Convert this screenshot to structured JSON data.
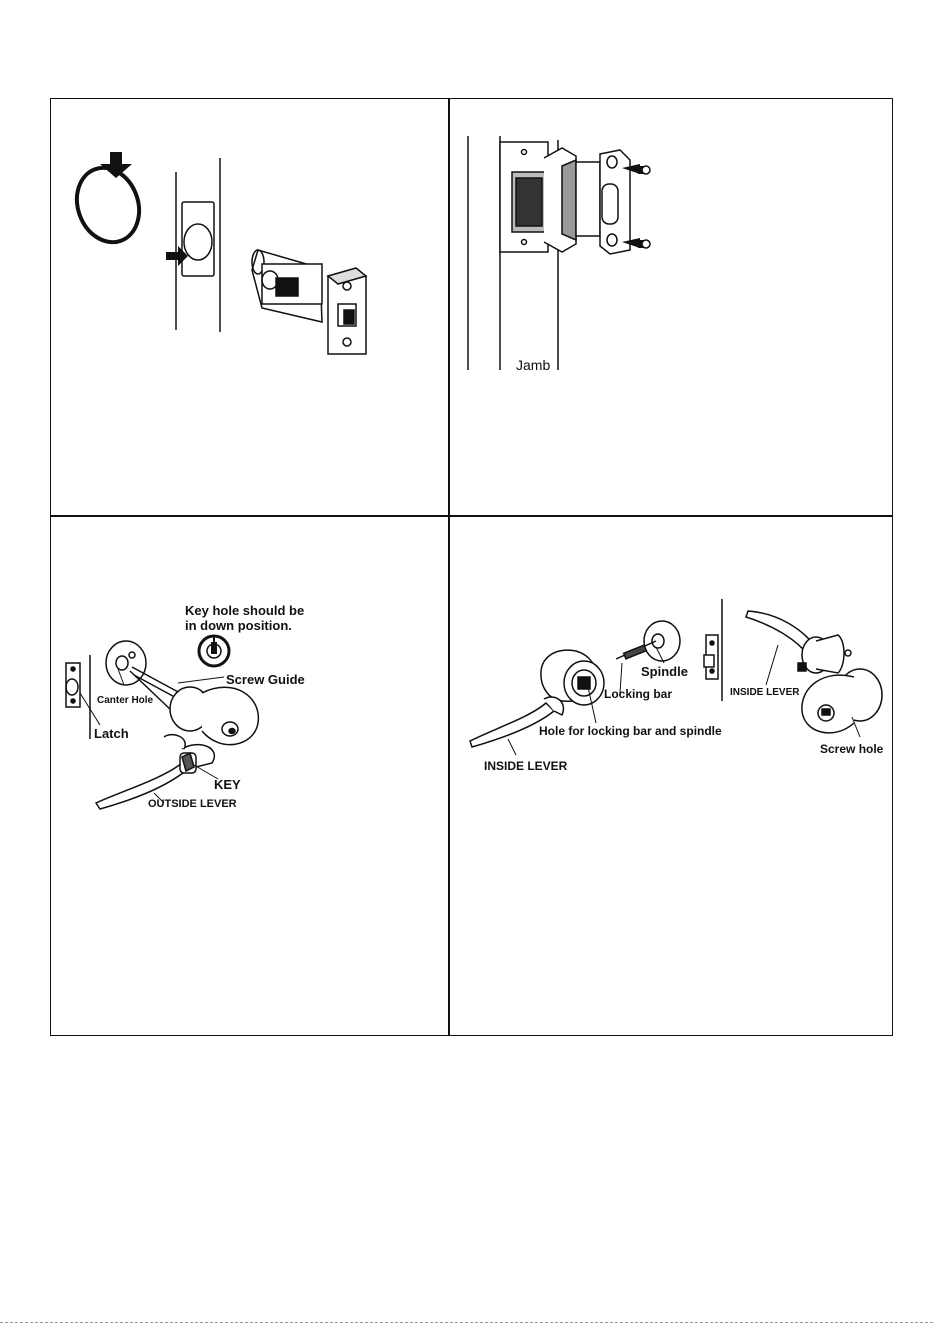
{
  "panel_latch": {},
  "panel_strike": {
    "jamb_label": "Jamb"
  },
  "panel_outside": {
    "keyhole_note_line1": "Key hole should be",
    "keyhole_note_line2": "in down position.",
    "screw_guide_label": "Screw Guide",
    "center_hole_label": "Canter Hole",
    "latch_label": "Latch",
    "key_label": "KEY",
    "outside_lever_label": "OUTSIDE  LEVER"
  },
  "panel_inside": {
    "spindle_label": "Spindle",
    "locking_bar_label": "Locking bar",
    "hole_label": "Hole for locking bar and spindle",
    "inside_lever_left_label": "INSIDE LEVER",
    "inside_lever_right_label": "INSIDE LEVER",
    "screw_hole_label": "Screw hole"
  }
}
